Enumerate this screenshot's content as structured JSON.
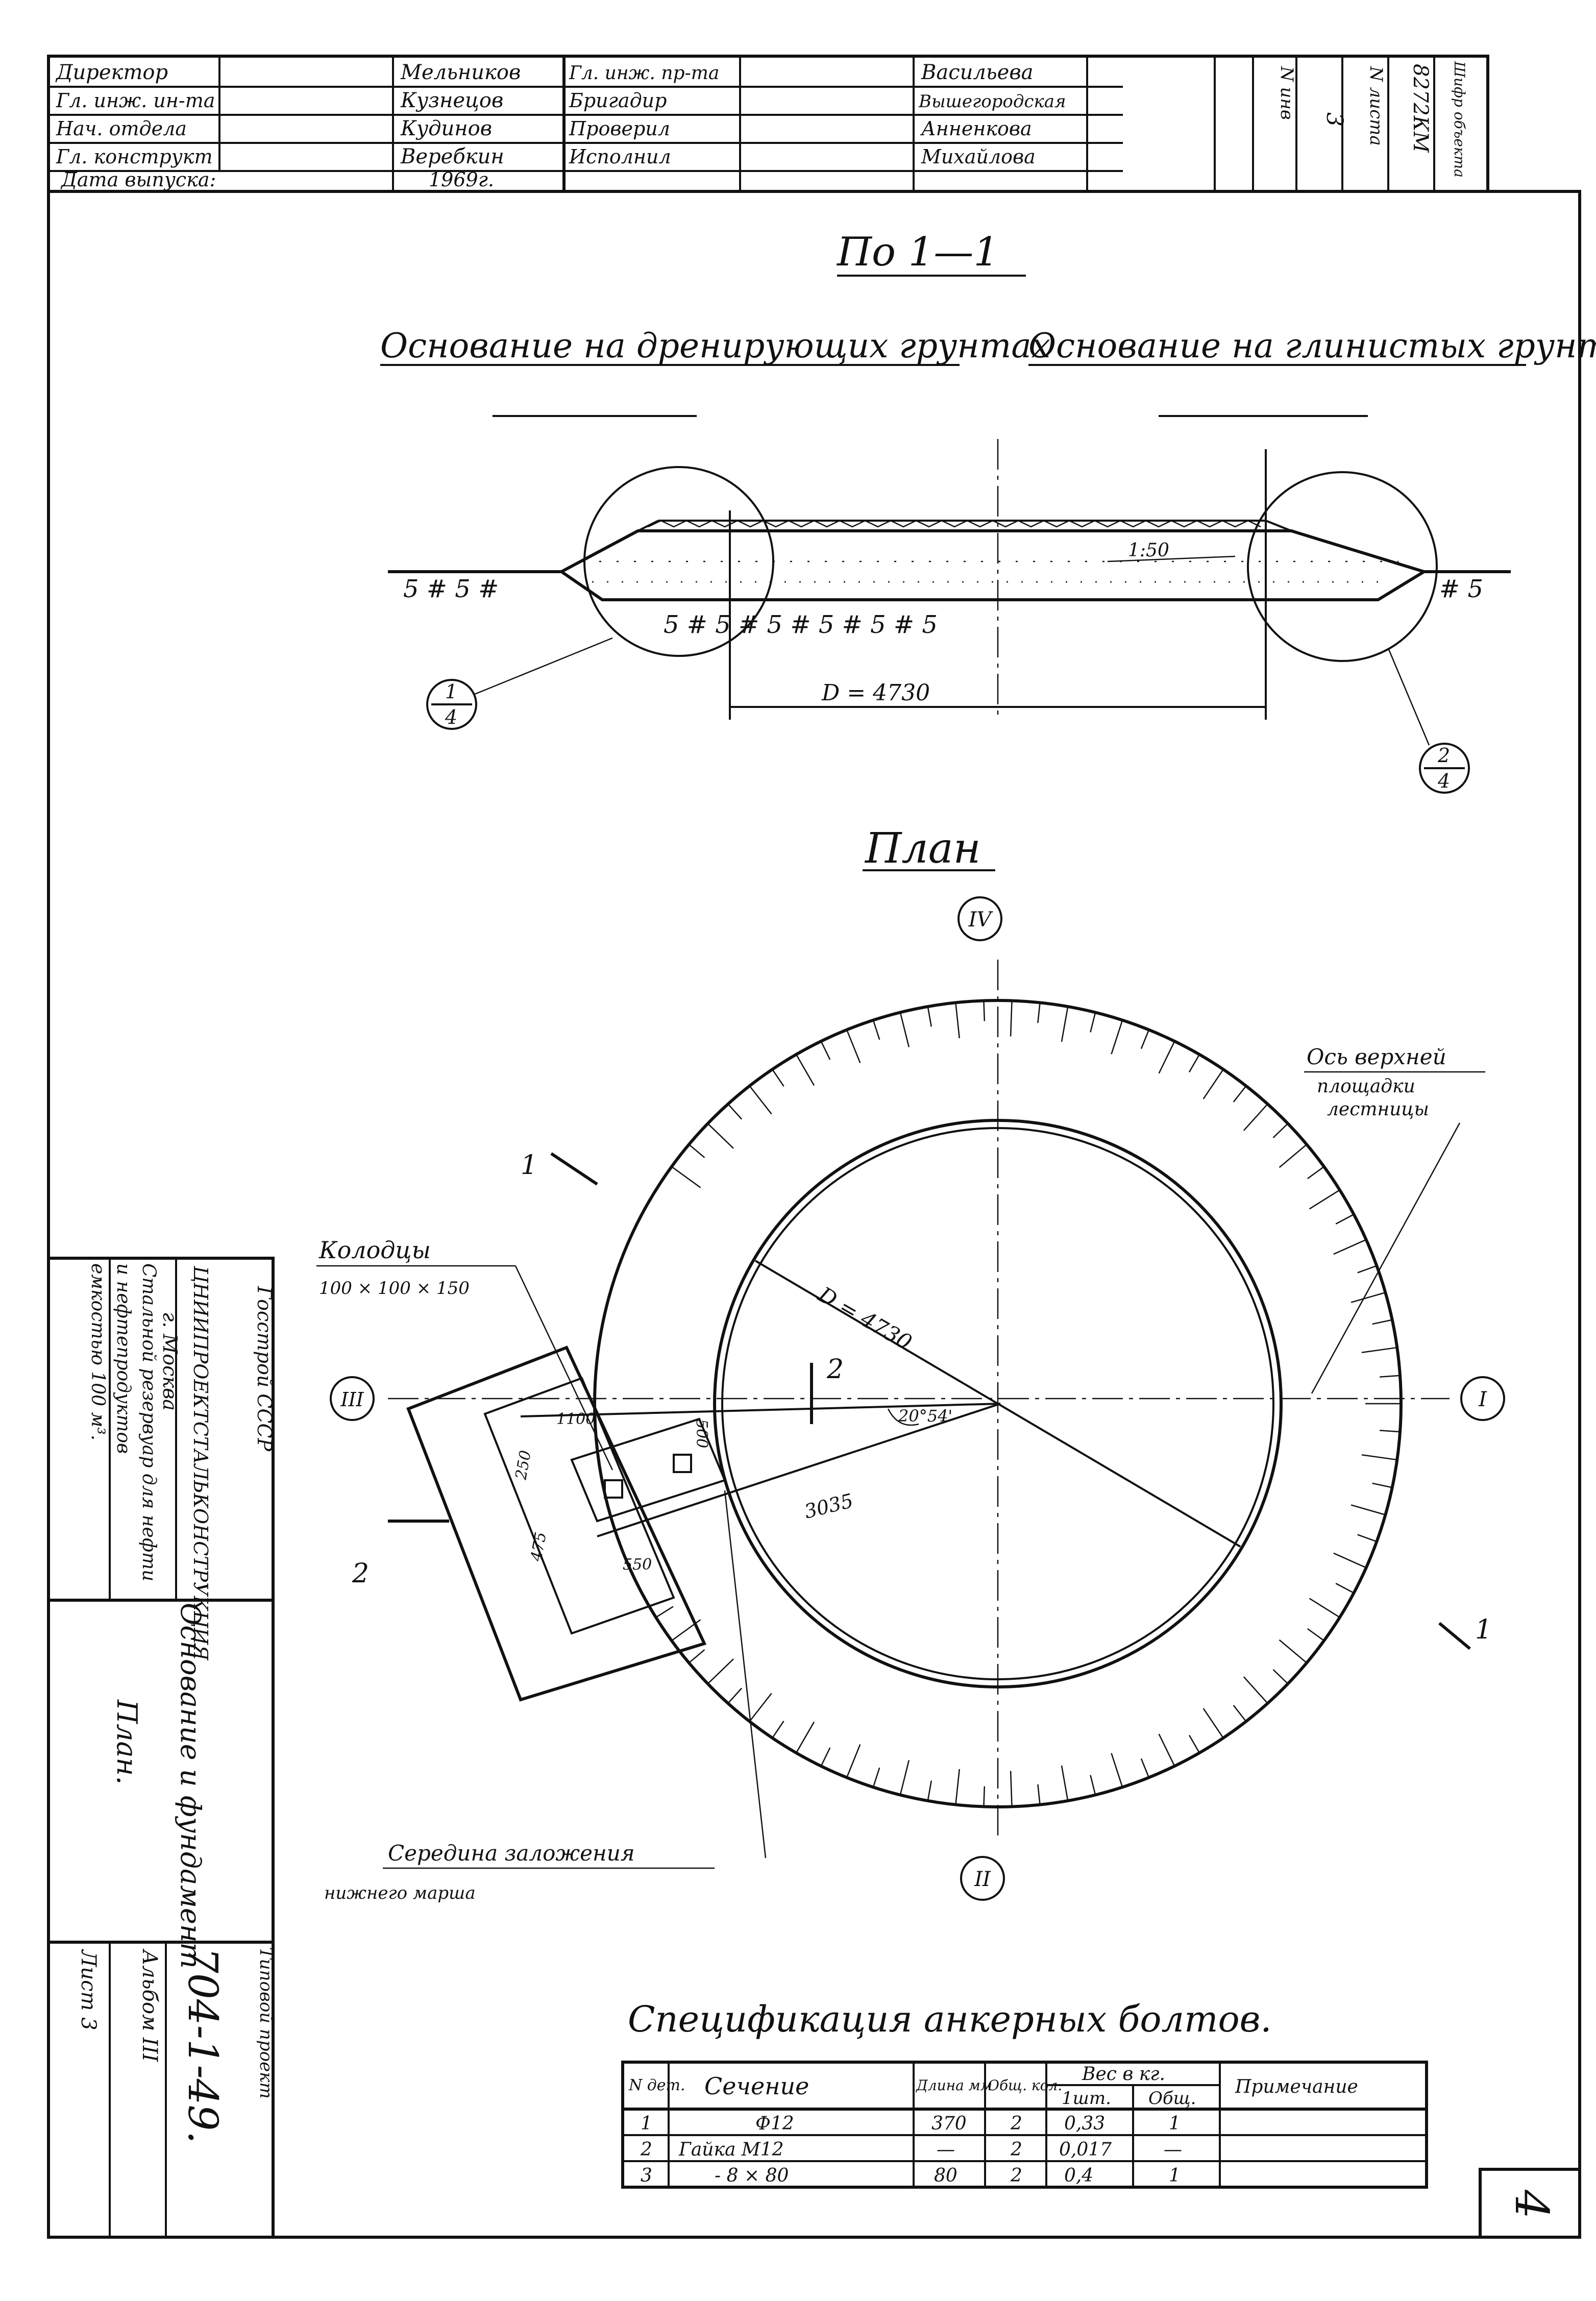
{
  "title_block": {
    "rows": [
      {
        "role": "Директор",
        "name": "Мельников"
      },
      {
        "role": "Гл. инж. ин-та",
        "name": "Кузнецов"
      },
      {
        "role": "Нач. отдела",
        "name": "Кудинов"
      },
      {
        "role": "Гл. конструкт",
        "name": "Веребкин"
      }
    ],
    "date_label": "Дата выпуска:",
    "date_value": "1969г.",
    "rows2": [
      {
        "role": "Гл. инж. пр-та",
        "name": "Васильева"
      },
      {
        "role": "Бригадир",
        "name": "Вышегородская"
      },
      {
        "role": "Проверил",
        "name": "Анненкова"
      },
      {
        "role": "Исполнил",
        "name": "Михайлова"
      }
    ],
    "vertical_headers": [
      "N инв",
      "N листа",
      "Шифр объекта"
    ],
    "vertical_values": [
      "3",
      "8272КМ"
    ]
  },
  "section": {
    "title": "По 1—1",
    "left_caption": "Основание на дренирующих грунтах",
    "right_caption": "Основание на глинистых грунтах",
    "slope": "1:50",
    "diameter": "D = 4730",
    "callout1": {
      "num": "1",
      "den": "4"
    },
    "callout2": {
      "num": "2",
      "den": "4"
    }
  },
  "plan": {
    "title": "План",
    "axes": [
      "I",
      "II",
      "III",
      "IV"
    ],
    "diameter": "D = 4730",
    "radius_dim": "3035",
    "angle": "20°54'",
    "dims": [
      "1100",
      "500",
      "250",
      "475",
      "550"
    ],
    "section_marks": [
      "1",
      "1",
      "2",
      "2"
    ],
    "wells_label": "Колодцы",
    "wells_size": "100 × 100 × 150",
    "axis_label": "Ось верхней площадки лестницы",
    "bottom_label1": "Середина заложения",
    "bottom_label2": "нижнего марша"
  },
  "spec": {
    "title": "Спецификация анкерных болтов.",
    "headers": {
      "num": "N дет.",
      "section": "Сечение",
      "length": "Длина мм",
      "qty": "Общ. кол.",
      "weight": "Вес в кг.",
      "w1": "1шт.",
      "wt": "Общ.",
      "note": "Примечание"
    },
    "rows": [
      {
        "n": "1",
        "sec": "Ф12",
        "len": "370",
        "qty": "2",
        "w1": "0,33",
        "wt": "1",
        "note": ""
      },
      {
        "n": "2",
        "sec": "Гайка М12",
        "len": "—",
        "qty": "2",
        "w1": "0,017",
        "wt": "—",
        "note": ""
      },
      {
        "n": "3",
        "sec": "- 8 × 80",
        "len": "80",
        "qty": "2",
        "w1": "0,4",
        "wt": "1",
        "note": ""
      }
    ]
  },
  "side_block": {
    "org1": "Госстрой СССР",
    "org2": "ЦНИИПРОЕКТСТАЛЬКОНСТРУКЦИЯ",
    "org3": "г. Москва",
    "obj1": "Стальной резервуар для нефти",
    "obj2": "и нефтепродуктов",
    "obj3": "емкостью 100 м³.",
    "sheet_title1": "Основание и фундамент",
    "sheet_title2": "План.",
    "proj_label": "Типовой проект",
    "proj_code": "704-1-49.",
    "album": "Альбом III",
    "sheet": "Лист 3"
  },
  "page_number": "4"
}
